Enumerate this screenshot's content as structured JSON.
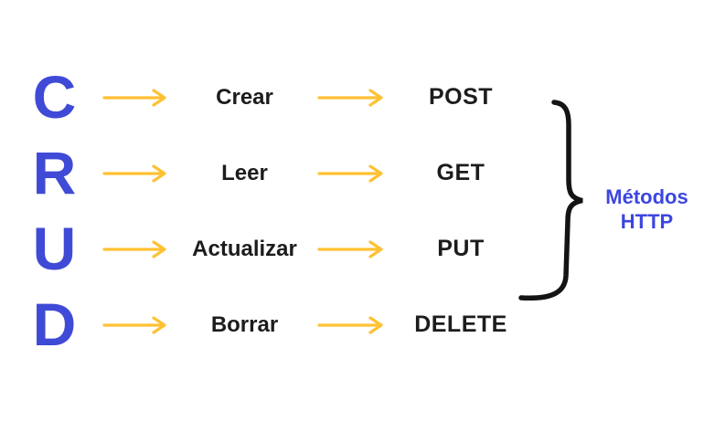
{
  "title": "CRUD to HTTP methods mapping diagram",
  "colors": {
    "letter_blue": "#3F4AD6",
    "label_blue": "#3C46E0",
    "arrow_yellow": "#FFC133",
    "text_dark": "#1C1C1C",
    "brace_black": "#141414",
    "bg": "#ffffff"
  },
  "rows": [
    {
      "letter": "C",
      "word": "Crear",
      "method": "POST"
    },
    {
      "letter": "R",
      "word": "Leer",
      "method": "GET"
    },
    {
      "letter": "U",
      "word": "Actualizar",
      "method": "PUT"
    },
    {
      "letter": "D",
      "word": "Borrar",
      "method": "DELETE"
    }
  ],
  "brace_label": {
    "line1": "Métodos",
    "line2": "HTTP"
  }
}
